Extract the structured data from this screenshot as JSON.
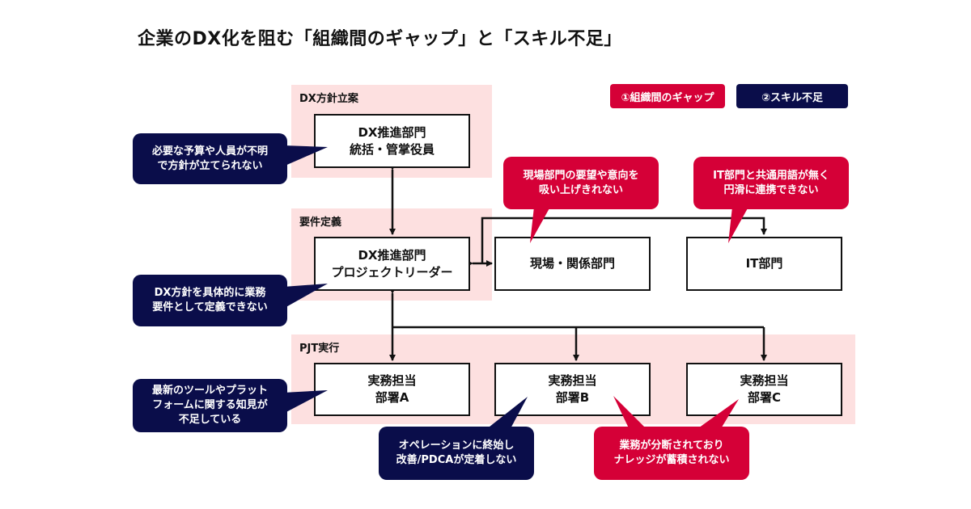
{
  "title": "企業のDX化を阻む「組織間のギャップ」と「スキル不足」",
  "legend": {
    "gap": {
      "label": "①組織間のギャップ",
      "color": "#d50037"
    },
    "skill": {
      "label": "②スキル不足",
      "color": "#0a0d4a"
    }
  },
  "phases": [
    {
      "label": "DX方針立案"
    },
    {
      "label": "要件定義"
    },
    {
      "label": "PJT実行"
    }
  ],
  "nodes": {
    "exec": {
      "lines": [
        "DX推進部門",
        "統括・管掌役員"
      ]
    },
    "pl": {
      "lines": [
        "DX推進部門",
        "プロジェクトリーダー"
      ]
    },
    "field": {
      "lines": [
        "現場・関係部門"
      ]
    },
    "it": {
      "lines": [
        "IT部門"
      ]
    },
    "deptA": {
      "lines": [
        "実務担当",
        "部署A"
      ]
    },
    "deptB": {
      "lines": [
        "実務担当",
        "部署B"
      ]
    },
    "deptC": {
      "lines": [
        "実務担当",
        "部署C"
      ]
    }
  },
  "issues": {
    "budget": {
      "type": "skill",
      "lines": [
        "必要な予算や人員が不明",
        "で方針が立てられない"
      ]
    },
    "requirements": {
      "type": "skill",
      "lines": [
        "DX方針を具体的に業務",
        "要件として定義できない"
      ]
    },
    "knowledge": {
      "type": "skill",
      "lines": [
        "最新のツールやプラット",
        "フォームに関する知見が",
        "不足している"
      ]
    },
    "field_needs": {
      "type": "gap",
      "lines": [
        "現場部門の要望や意向を",
        "吸い上げきれない"
      ]
    },
    "it_terms": {
      "type": "gap",
      "lines": [
        "IT部門と共通用語が無く",
        "円滑に連携できない"
      ]
    },
    "pdca": {
      "type": "skill",
      "lines": [
        "オペレーションに終始し",
        "改善/PDCAが定着しない"
      ]
    },
    "silo": {
      "type": "gap",
      "lines": [
        "業務が分断されており",
        "ナレッジが蓄積されない"
      ]
    }
  },
  "colors": {
    "band": "#fde0e0",
    "gap": "#d50037",
    "skill": "#0a0d4a",
    "line": "#111111"
  }
}
